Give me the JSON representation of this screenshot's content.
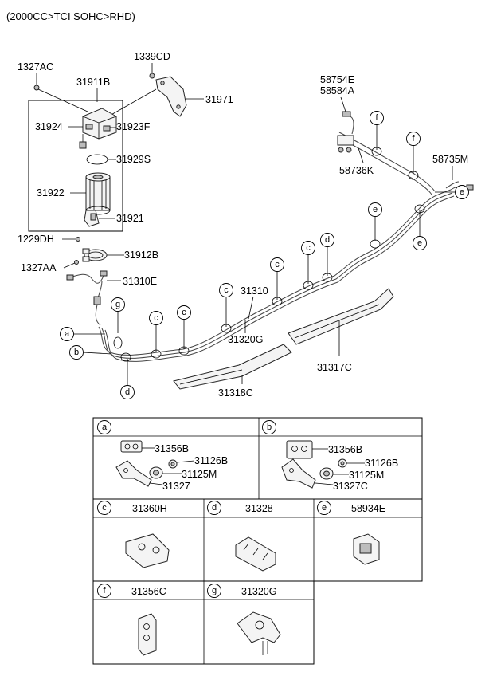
{
  "title": "(2000CC>TCI SOHC>RHD)",
  "labels": {
    "p1327AC": "1327AC",
    "p1339CD": "1339CD",
    "p31911B": "31911B",
    "p31971": "31971",
    "p31924": "31924",
    "p31923F": "31923F",
    "p31929S": "31929S",
    "p31922": "31922",
    "p31921": "31921",
    "p1229DH": "1229DH",
    "p31912B": "31912B",
    "p1327AA": "1327AA",
    "p31310E": "31310E",
    "p58754E": "58754E",
    "p58584A": "58584A",
    "p58736K": "58736K",
    "p58735M": "58735M",
    "p31310": "31310",
    "p31320G": "31320G",
    "p31317C": "31317C",
    "p31318C": "31318C"
  },
  "callouts": {
    "a": "a",
    "b": "b",
    "c": "c",
    "d": "d",
    "e": "e",
    "f": "f",
    "g": "g"
  },
  "table": {
    "a_header": "a",
    "b_header": "b",
    "a_parts": [
      "31356B",
      "31126B",
      "31125M",
      "31327"
    ],
    "b_parts": [
      "31356B",
      "31126B",
      "31125M",
      "31327C"
    ],
    "c_header": "c",
    "c_part": "31360H",
    "d_header": "d",
    "d_part": "31328",
    "e_header": "e",
    "e_part": "58934E",
    "f_header": "f",
    "f_part": "31356C",
    "g_header": "g",
    "g_part": "31320G"
  }
}
